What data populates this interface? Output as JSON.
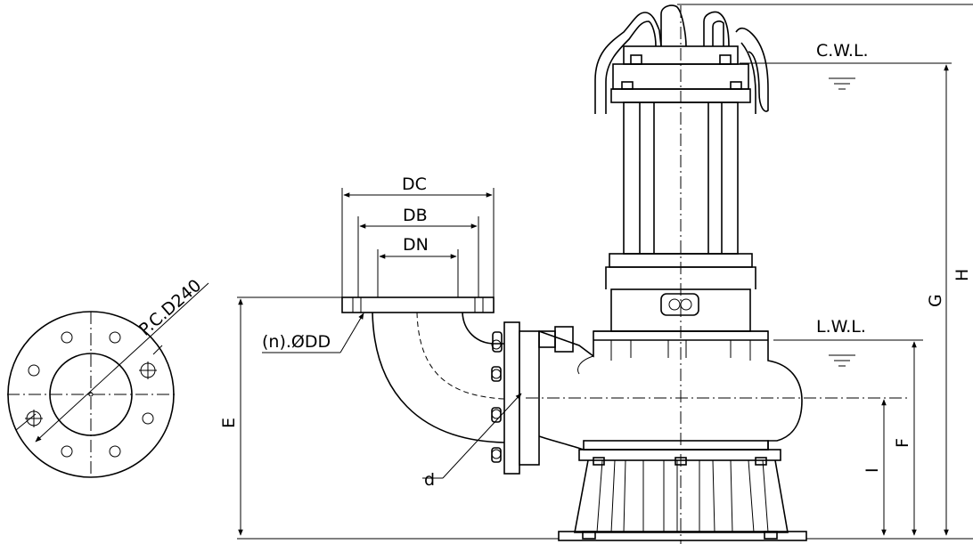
{
  "labels": {
    "pcd": "P.C.D240",
    "dc": "DC",
    "db": "DB",
    "dn": "DN",
    "holes": "(n).ØDD",
    "e": "E",
    "d": "d",
    "i": "I",
    "f": "F",
    "g": "G",
    "h": "H",
    "cwl": "C.W.L.",
    "lwl": "L.W.L."
  },
  "colors": {
    "line": "#000000",
    "background": "#ffffff"
  }
}
